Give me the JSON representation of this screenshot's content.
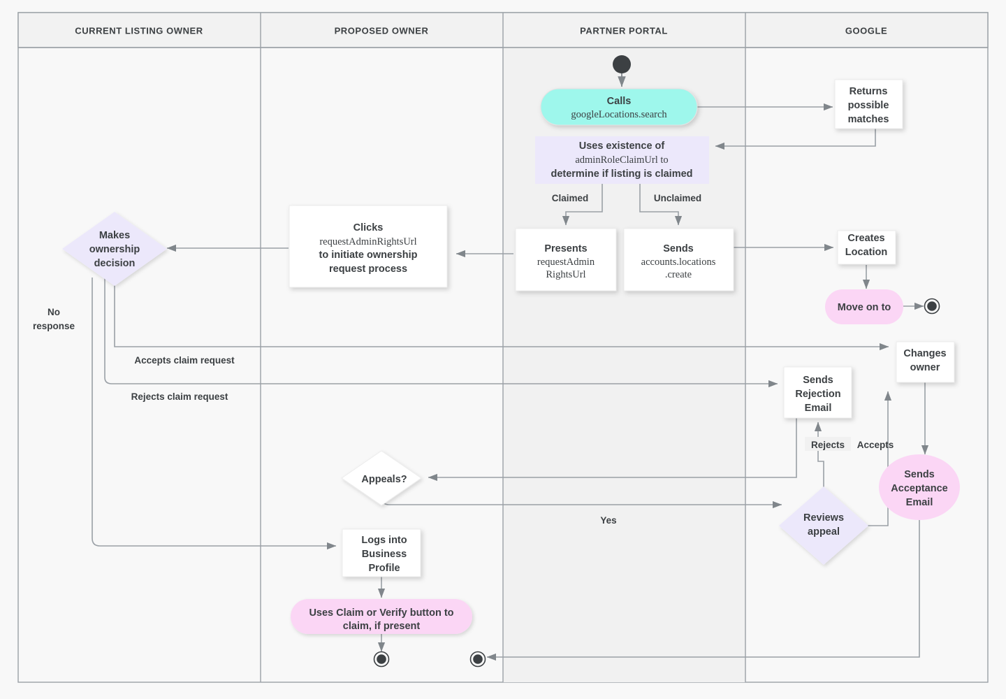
{
  "diagram": {
    "type": "swimlane-flowchart",
    "background_color": "#f8f8f8",
    "lane_header_color": "#f2f2f2",
    "border_color": "#9aa0a6",
    "colors": {
      "cyan": "#9ef7ec",
      "lavender": "#ece8fb",
      "pink": "#fbd6f5",
      "white": "#ffffff",
      "text": "#3c4043",
      "edge": "#9aa0a6"
    },
    "lanes": [
      {
        "id": "current-listing-owner",
        "label": "CURRENT LISTING OWNER"
      },
      {
        "id": "proposed-owner",
        "label": "PROPOSED OWNER"
      },
      {
        "id": "partner-portal",
        "label": "PARTNER PORTAL"
      },
      {
        "id": "google",
        "label": "GOOGLE"
      }
    ],
    "nodes": [
      {
        "id": "start",
        "lane": "partner-portal",
        "shape": "start-dot",
        "label": ""
      },
      {
        "id": "calls-search",
        "lane": "partner-portal",
        "shape": "pill",
        "fill": "cyan",
        "line1": "Calls",
        "line2": "googleLocations.search"
      },
      {
        "id": "returns-matches",
        "lane": "google",
        "shape": "rect",
        "fill": "white",
        "line1": "Returns",
        "line2": "possible",
        "line3": "matches"
      },
      {
        "id": "uses-existence",
        "lane": "partner-portal",
        "shape": "rect",
        "fill": "lavender",
        "line1": "Uses existence of",
        "line2": "adminRoleClaimUrl to",
        "line3": "determine if listing is claimed"
      },
      {
        "id": "presents-url",
        "lane": "partner-portal",
        "shape": "rect",
        "fill": "white",
        "line1": "Presents",
        "line2": "requestAdmin",
        "line3": "RightsUrl"
      },
      {
        "id": "sends-create",
        "lane": "partner-portal",
        "shape": "rect",
        "fill": "white",
        "line1": "Sends",
        "line2": "accounts.locations",
        "line3": ".create"
      },
      {
        "id": "creates-location",
        "lane": "google",
        "shape": "rect",
        "fill": "white",
        "line1": "Creates",
        "line2": "Location"
      },
      {
        "id": "move-on-to",
        "lane": "google",
        "shape": "pill",
        "fill": "pink",
        "line1": "Move on to"
      },
      {
        "id": "end-google",
        "lane": "google",
        "shape": "end-dot",
        "label": ""
      },
      {
        "id": "clicks-url",
        "lane": "proposed-owner",
        "shape": "rect",
        "fill": "white",
        "line1": "Clicks",
        "line2": "requestAdminRightsUrl",
        "line3": "to initiate ownership",
        "line4": "request process"
      },
      {
        "id": "makes-decision",
        "lane": "current-listing-owner",
        "shape": "diamond",
        "fill": "lavender",
        "line1": "Makes",
        "line2": "ownership",
        "line3": "decision"
      },
      {
        "id": "changes-owner",
        "lane": "google",
        "shape": "rect",
        "fill": "white",
        "line1": "Changes",
        "line2": "owner"
      },
      {
        "id": "sends-rejection",
        "lane": "google",
        "shape": "rect",
        "fill": "white",
        "line1": "Sends",
        "line2": "Rejection",
        "line3": "Email"
      },
      {
        "id": "sends-acceptance",
        "lane": "google",
        "shape": "ellipse",
        "fill": "pink",
        "line1": "Sends",
        "line2": "Acceptance",
        "line3": "Email"
      },
      {
        "id": "appeals",
        "lane": "proposed-owner",
        "shape": "diamond",
        "fill": "white",
        "line1": "Appeals?"
      },
      {
        "id": "reviews-appeal",
        "lane": "google",
        "shape": "diamond",
        "fill": "lavender",
        "line1": "Reviews",
        "line2": "appeal"
      },
      {
        "id": "logs-into",
        "lane": "proposed-owner",
        "shape": "rect",
        "fill": "white",
        "line1": "Logs into",
        "line2": "Business",
        "line3": "Profile"
      },
      {
        "id": "uses-claim",
        "lane": "proposed-owner",
        "shape": "pill",
        "fill": "pink",
        "line1": "Uses Claim or Verify button to",
        "line2": "claim, if present"
      },
      {
        "id": "end-proposed",
        "lane": "proposed-owner",
        "shape": "end-dot",
        "label": ""
      },
      {
        "id": "end-partner",
        "lane": "partner-portal",
        "shape": "end-dot",
        "label": ""
      }
    ],
    "edge_labels": [
      {
        "id": "claimed",
        "text": "Claimed"
      },
      {
        "id": "unclaimed",
        "text": "Unclaimed"
      },
      {
        "id": "no-response",
        "line1": "No",
        "line2": "response"
      },
      {
        "id": "accepts-claim-request",
        "text": "Accepts claim request"
      },
      {
        "id": "rejects-claim-request",
        "text": "Rejects claim request"
      },
      {
        "id": "rejects",
        "text": "Rejects"
      },
      {
        "id": "accepts",
        "text": "Accepts"
      },
      {
        "id": "yes",
        "text": "Yes"
      }
    ]
  }
}
